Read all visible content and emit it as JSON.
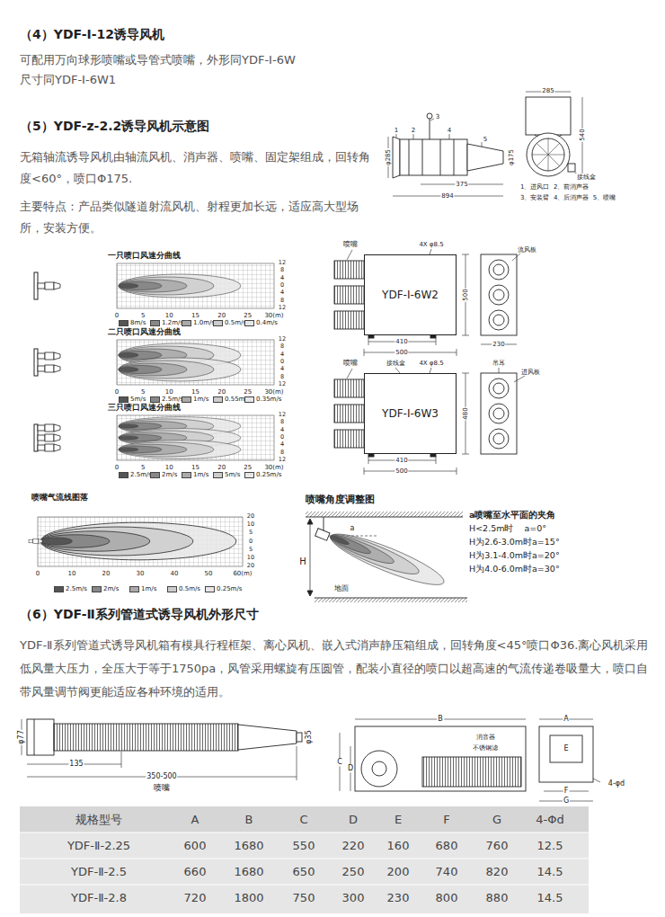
{
  "diagram": {
    "nodes": [
      {
        "text": [
          "YDF-I-6W2"
        ]
      },
      {
        "text": [
          "YDF-I-6W3"
        ]
      }
    ],
    "labels": [
      "（4）YDF-I-12诱导风机",
      "可配用万向球形喷嘴或导管式喷嘴，外形同YDF-I-6W",
      "尺寸同YDF-I-6W1",
      "（5）YDF-z-2.2诱导风机示意图",
      "无箱轴流诱导风机由轴流风机、消声器、喷嘴、固定架组成，回转角度<60°，喷口Φ175.",
      "主要特点：产品类似隧道射流风机、射程更加长远，适应高大型场所，安装方便。",
      "φ285",
      "1",
      "2",
      "3",
      "4",
      "5",
      "φ175",
      "375",
      "894",
      "285",
      "540",
      "1、进风口  2、前消声器",
      "3、安装臂  4、后消声器  5、喷嘴",
      "接线盒",
      "一只喷口风速分曲线",
      "0",
      "5",
      "10",
      "15",
      "20",
      "25",
      "30(m)",
      "12",
      "8",
      "4",
      "0",
      "4",
      "8",
      "12",
      "二只喷口风速分曲线",
      "0",
      "5",
      "10",
      "15",
      "20",
      "25",
      "30(m)",
      "12",
      "8",
      "4",
      "0",
      "4",
      "8",
      "12",
      "三只喷口风速分曲线",
      "0",
      "5",
      "10",
      "15",
      "20",
      "25",
      "30(m)",
      "12",
      "8",
      "4",
      "0",
      "4",
      "8",
      "12",
      "喷嘴气流线图落",
      "0",
      "10",
      "20",
      "30",
      "40",
      "50",
      "60(m)",
      "20",
      "10",
      "5",
      "0",
      "5",
      "10",
      "20",
      "喷嘴角度调整图",
      "a",
      "H",
      "地面",
      "a喷嘴至水平面的夹角",
      "H<2.5m时    a=0°",
      "H为2.6-3.0m时a=15°",
      "H为3.1-4.0m时a=20°",
      "H为4.0-6.0m时a=30°",
      "喷嘴",
      "4X φ8.5",
      "500",
      "410",
      "500",
      "流风板",
      "230",
      "喷嘴",
      "接线盒",
      "4X φ8.5",
      "480",
      "410",
      "500",
      "吊耳",
      "进风板",
      "（6）YDF-Ⅱ系列管道式诱导风机外形尺寸",
      "YDF-Ⅱ系列管道式诱导风机箱有模具行程框架、离心风机、嵌入式消声静压箱组成，回转角度<45°喷口Φ36.离心风机采用低风量大压力，全压大于等于1750pa，风管采用螺旋有压圆管，配装小直径的喷口以超高速的气流传递卷吸量大，喷口自带风量调节阀更能适应各种环境的适用。",
      "φ77",
      "φ35",
      "135",
      "350-500",
      "喷嘴",
      "B",
      "消音器",
      "不锈钢滤",
      "C",
      "D",
      "A",
      "E",
      "F",
      "G",
      "4-φd",
      "规格型号",
      "A",
      "B",
      "C",
      "D",
      "E",
      "F",
      "G",
      "4-Φd",
      "YDF-Ⅱ-2.25",
      "600",
      "1680",
      "550",
      "220",
      "160",
      "680",
      "760",
      "12.5",
      "YDF-Ⅱ-2.5",
      "660",
      "1680",
      "650",
      "250",
      "200",
      "740",
      "820",
      "14.5",
      "YDF-Ⅱ-2.8",
      "720",
      "1800",
      "750",
      "300",
      "230",
      "800",
      "880",
      "14.5"
    ],
    "legend": [
      {
        "text": "8m/s",
        "color": "#555555"
      },
      {
        "text": "1.2m/s",
        "color": "#888888"
      },
      {
        "text": "1.0m/s",
        "color": "#aaaaaa"
      },
      {
        "text": "0.5m/s",
        "color": "#cccccc"
      },
      {
        "text": "0.4m/s",
        "color": "#e6e6e6"
      },
      {
        "text": "5m/s",
        "color": "#555555"
      },
      {
        "text": "2.5m/s",
        "color": "#888888"
      },
      {
        "text": "1m/s",
        "color": "#aaaaaa"
      },
      {
        "text": "0.55m/s",
        "color": "#cccccc"
      },
      {
        "text": "0.35m/s",
        "color": "#e6e6e6"
      },
      {
        "text": "2.5m/s",
        "color": "#555555"
      },
      {
        "text": "2m/s",
        "color": "#888888"
      },
      {
        "text": "1m/s",
        "color": "#aaaaaa"
      },
      {
        "text": "5m/s",
        "color": "#cccccc"
      },
      {
        "text": "0.25m/s",
        "color": "#e6e6e6"
      },
      {
        "text": "2.5m/s",
        "color": "#555555"
      },
      {
        "text": "2m/s",
        "color": "#888888"
      },
      {
        "text": "1m/s",
        "color": "#aaaaaa"
      },
      {
        "text": "0.5m/s",
        "color": "#cccccc"
      },
      {
        "text": "0.25m/s",
        "color": "#e6e6e6"
      }
    ]
  }
}
